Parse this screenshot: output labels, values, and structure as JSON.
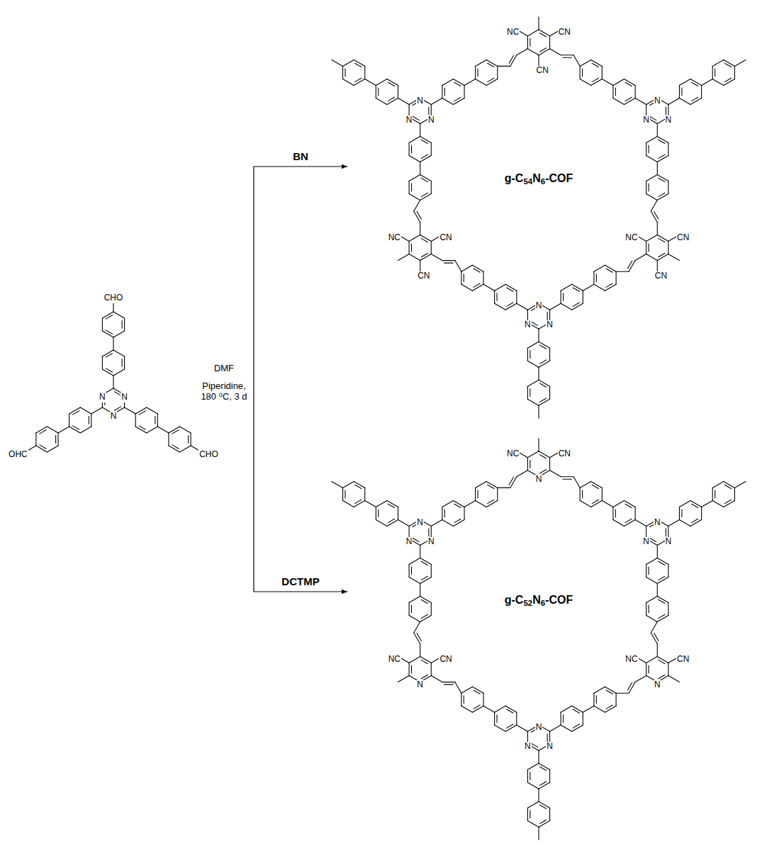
{
  "diagram": {
    "nodes": [
      {
        "text": [
          "CHO",
          "N",
          "N",
          "N",
          "OHC",
          "CHO"
        ]
      },
      {
        "text": [
          "NC",
          "CN",
          "CN",
          "N",
          "N",
          "N",
          "N",
          "N",
          "N",
          "g-C54N6-COF",
          "NC",
          "CN",
          "CN",
          "NC",
          "CN",
          "CN",
          "N",
          "N",
          "N"
        ]
      },
      {
        "text": [
          "NC",
          "CN",
          "N",
          "N",
          "N",
          "N",
          "N",
          "N",
          "N",
          "g-C52N6-COF",
          "NC",
          "CN",
          "N",
          "NC",
          "CN",
          "N",
          "N",
          "N",
          "N"
        ]
      }
    ],
    "edges": [
      {
        "from": 0,
        "to": 1,
        "arrow": "to",
        "label": "BN"
      },
      {
        "from": 0,
        "to": 2,
        "arrow": "to",
        "label": "DCTMP"
      }
    ],
    "labels": [
      "DMF",
      "Piperidine, 180 oC, 3 d"
    ]
  }
}
